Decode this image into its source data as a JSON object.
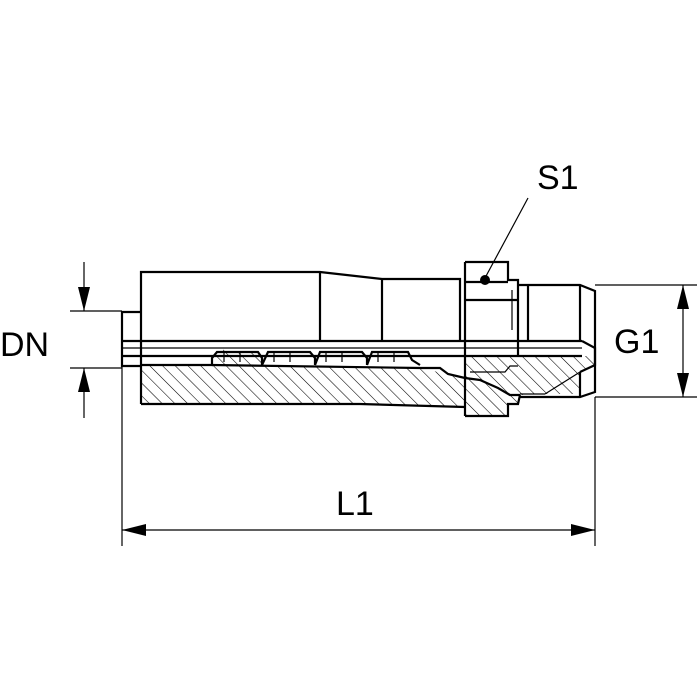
{
  "labels": {
    "dn": "DN",
    "s1": "S1",
    "g1": "G1",
    "l1": "L1"
  },
  "colors": {
    "line": "#000000",
    "background": "#ffffff"
  }
}
